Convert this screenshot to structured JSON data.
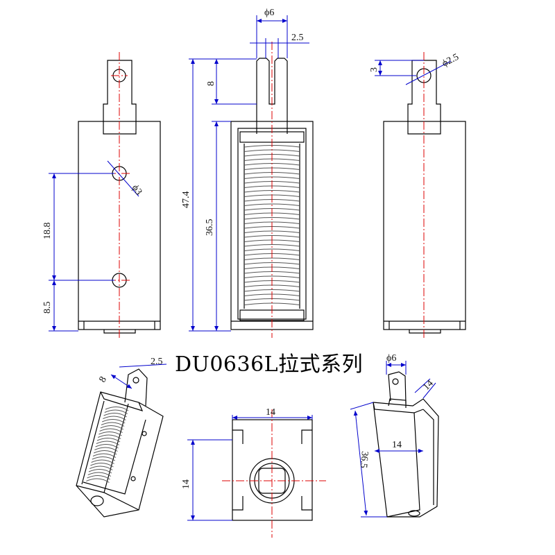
{
  "title": "DU0636L拉式系列",
  "dimensions": {
    "d1": "ϕ6",
    "d2": "2.5",
    "d3": "8",
    "d4": "47.4",
    "d5": "36.5",
    "d6": "3",
    "d7": "ϕ2.5",
    "d8": "ϕ3",
    "d9": "18.8",
    "d10": "8.5",
    "d11": "2.5",
    "d12": "8",
    "d13": "ϕ6",
    "d14": "14",
    "d15": "14",
    "d16": "14",
    "d17": "14",
    "d18": "36.5"
  },
  "colors": {
    "outline": "#000000",
    "dimension": "#0000cc",
    "centerline": "#dd0000"
  }
}
